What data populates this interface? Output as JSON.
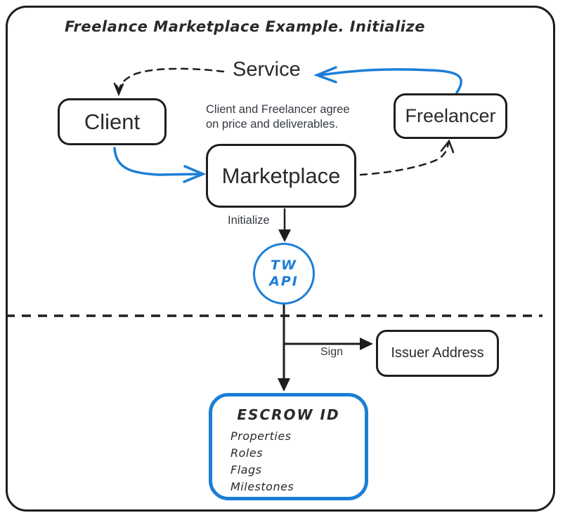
{
  "title": "Freelance Marketplace Example. Initialize",
  "nodes": {
    "service": {
      "label": "Service"
    },
    "client": {
      "label": "Client"
    },
    "freelancer": {
      "label": "Freelancer"
    },
    "marketplace": {
      "label": "Marketplace"
    },
    "tw_api": {
      "line1": "TW",
      "line2": "API"
    },
    "issuer_address": {
      "label": "Issuer Address"
    },
    "escrow": {
      "title": "ESCROW ID",
      "items": [
        "Properties",
        "Roles",
        "Flags",
        "Milestones"
      ]
    }
  },
  "labels": {
    "agree_line1": "Client and Freelancer agree",
    "agree_line2": "on price and deliverables.",
    "initialize": "Initialize",
    "sign": "Sign"
  },
  "colors": {
    "ink": "#1e1e1e",
    "accent_blue": "#1c7ed6"
  }
}
